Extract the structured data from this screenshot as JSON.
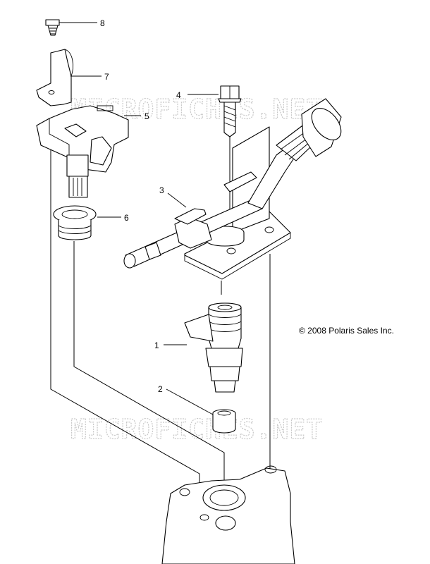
{
  "callouts": [
    {
      "id": "1",
      "label": "1"
    },
    {
      "id": "2",
      "label": "2"
    },
    {
      "id": "3",
      "label": "3"
    },
    {
      "id": "4",
      "label": "4"
    },
    {
      "id": "5",
      "label": "5"
    },
    {
      "id": "6",
      "label": "6"
    },
    {
      "id": "7",
      "label": "7"
    },
    {
      "id": "8",
      "label": "8"
    }
  ],
  "copyright": "© 2008 Polaris Sales Inc.",
  "watermark": "MICROFICHES.NET"
}
